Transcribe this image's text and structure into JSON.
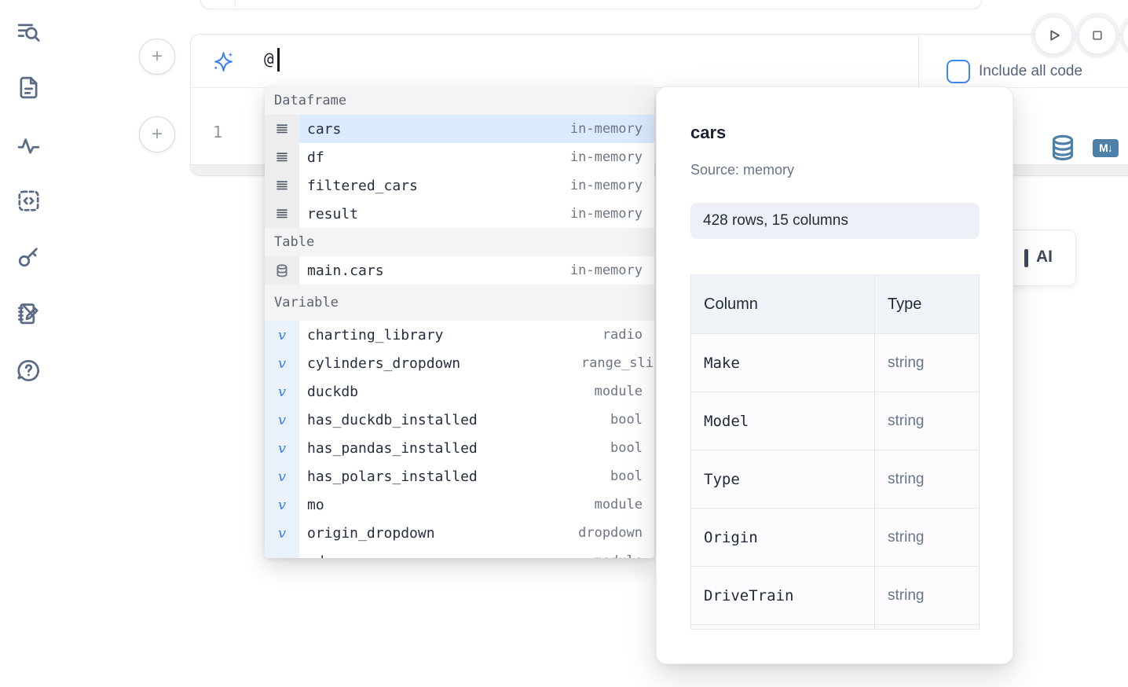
{
  "ai_cell": {
    "prompt_value": "@",
    "include_all_code": "Include all code",
    "line_number": "1",
    "markdown_badge": "M↓"
  },
  "ai_button": {
    "label": "AI"
  },
  "completion": {
    "variable_icon_glyph": "v",
    "sections": [
      {
        "label": "Dataframe",
        "items": [
          {
            "name": "cars",
            "type": "in-memory",
            "selected": true
          },
          {
            "name": "df",
            "type": "in-memory"
          },
          {
            "name": "filtered_cars",
            "type": "in-memory"
          },
          {
            "name": "result",
            "type": "in-memory"
          }
        ]
      },
      {
        "label": "Table",
        "items": [
          {
            "name": "main.cars",
            "type": "in-memory"
          }
        ]
      },
      {
        "label": "Variable",
        "items": [
          {
            "name": "charting_library",
            "type": "radio"
          },
          {
            "name": "cylinders_dropdown",
            "type": "range_sli"
          },
          {
            "name": "duckdb",
            "type": "module"
          },
          {
            "name": "has_duckdb_installed",
            "type": "bool"
          },
          {
            "name": "has_pandas_installed",
            "type": "bool"
          },
          {
            "name": "has_polars_installed",
            "type": "bool"
          },
          {
            "name": "mo",
            "type": "module"
          },
          {
            "name": "origin_dropdown",
            "type": "dropdown"
          },
          {
            "name": "pd",
            "type": "module"
          }
        ]
      }
    ]
  },
  "preview": {
    "title": "cars",
    "source": "Source: memory",
    "shape": "428 rows, 15 columns",
    "table": {
      "col_header": "Column",
      "type_header": "Type",
      "rows": [
        {
          "column": "Make",
          "type": "string"
        },
        {
          "column": "Model",
          "type": "string"
        },
        {
          "column": "Type",
          "type": "string"
        },
        {
          "column": "Origin",
          "type": "string"
        },
        {
          "column": "DriveTrain",
          "type": "string"
        }
      ]
    }
  },
  "colors": {
    "accent_blue": "#3b82f6",
    "steel_blue": "#4d80a8",
    "selection_blue": "#dbeafe",
    "sidebar_icon": "#5b6b84"
  }
}
